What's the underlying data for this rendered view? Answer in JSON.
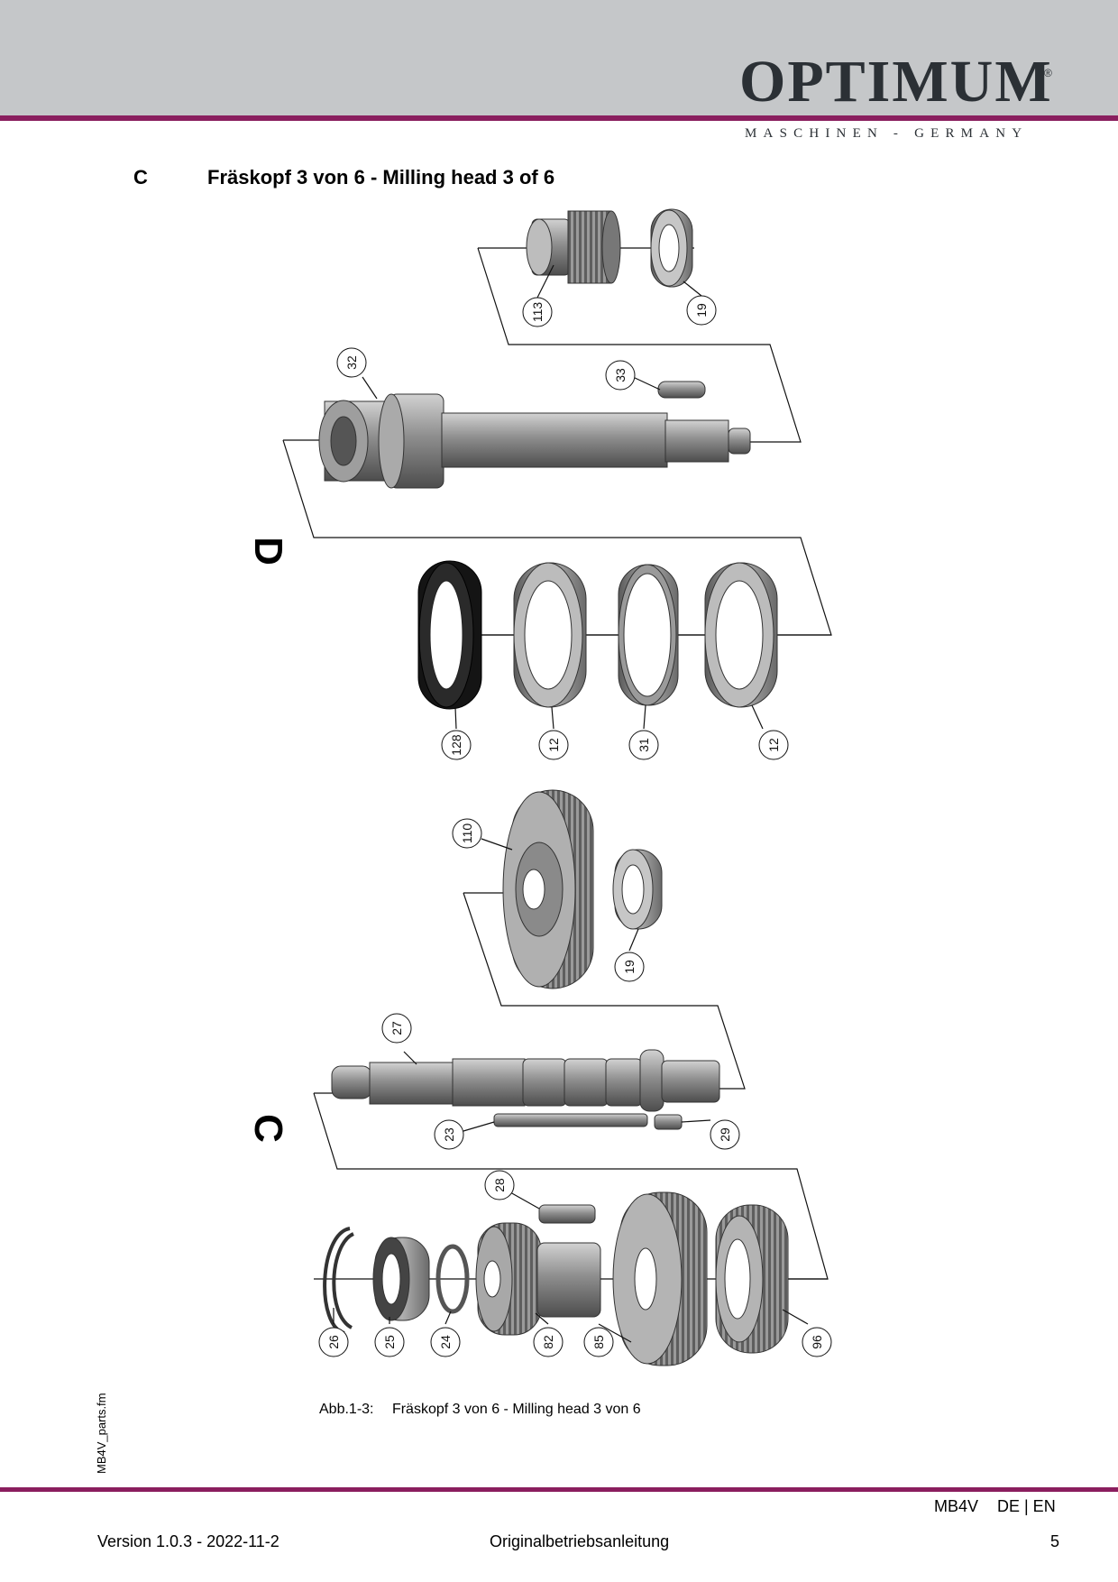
{
  "header": {
    "brand": "OPTIMUM",
    "registered": "®",
    "tagline": "MASCHINEN - GERMANY"
  },
  "section": {
    "letter": "C",
    "title": "Fräskopf 3 von 6 - Milling head 3 of 6"
  },
  "drawing": {
    "group_labels": [
      "D",
      "C"
    ],
    "callouts": {
      "p113": "113",
      "p19a": "19",
      "p32": "32",
      "p33": "33",
      "p128": "128",
      "p12a": "12",
      "p31": "31",
      "p12b": "12",
      "p110": "110",
      "p19b": "19",
      "p27": "27",
      "p23": "23",
      "p29": "29",
      "p28": "28",
      "p26": "26",
      "p25": "25",
      "p24": "24",
      "p82": "82",
      "p85": "85",
      "p96": "96"
    }
  },
  "caption": {
    "number": "Abb.1-3:",
    "text": "Fräskopf 3 von 6 - Milling head 3 von 6"
  },
  "side_label": "MB4V_parts.fm",
  "footer": {
    "model": "MB4V",
    "languages": "DE | EN",
    "version": "Version 1.0.3 - 2022-11-2",
    "center": "Originalbetriebsanleitung",
    "page": "5"
  }
}
